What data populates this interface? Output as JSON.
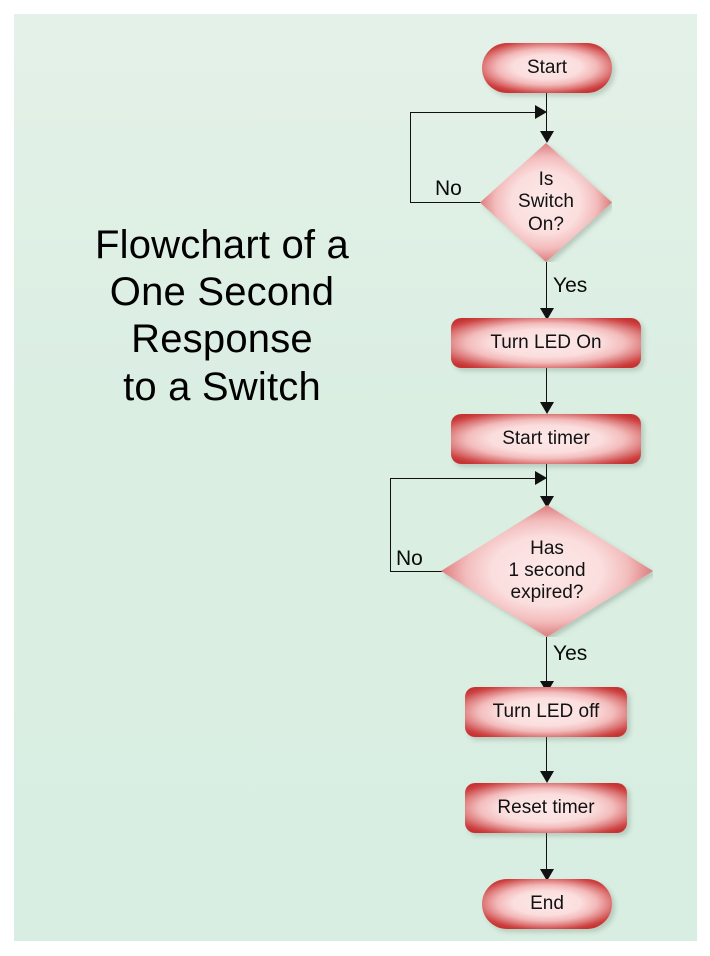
{
  "canvas": {
    "background_top": "#e4f1e8",
    "background_bottom": "#d9eee2",
    "page_background": "#ffffff"
  },
  "title": {
    "text": "Flowchart of a\nOne Second\nResponse\nto a Switch"
  },
  "theme": {
    "node_fill_center": "#fde9e9",
    "node_edge": "#c53333",
    "connector_color": "#111111",
    "text_color": "#121212"
  },
  "chart_data": {
    "type": "diagram",
    "diagram_kind": "flowchart",
    "title": "Flowchart of a One Second Response to a Switch",
    "orientation": "top-to-bottom",
    "nodes": [
      {
        "id": "start",
        "shape": "terminator",
        "label": "Start"
      },
      {
        "id": "is_switch",
        "shape": "decision",
        "label": "Is\nSwitch\nOn?"
      },
      {
        "id": "led_on",
        "shape": "process",
        "label": "Turn LED On"
      },
      {
        "id": "start_timer",
        "shape": "process",
        "label": "Start timer"
      },
      {
        "id": "expired",
        "shape": "decision",
        "label": "Has\n1 second\nexpired?"
      },
      {
        "id": "led_off",
        "shape": "process",
        "label": "Turn LED off"
      },
      {
        "id": "reset_timer",
        "shape": "process",
        "label": "Reset timer"
      },
      {
        "id": "end",
        "shape": "terminator",
        "label": "End"
      }
    ],
    "edges": [
      {
        "from": "start",
        "to": "is_switch",
        "label": ""
      },
      {
        "from": "is_switch",
        "to": "is_switch",
        "label": "No",
        "kind": "loop-back-left"
      },
      {
        "from": "is_switch",
        "to": "led_on",
        "label": "Yes"
      },
      {
        "from": "led_on",
        "to": "start_timer",
        "label": ""
      },
      {
        "from": "start_timer",
        "to": "expired",
        "label": ""
      },
      {
        "from": "expired",
        "to": "expired",
        "label": "No",
        "kind": "loop-back-left"
      },
      {
        "from": "expired",
        "to": "led_off",
        "label": "Yes"
      },
      {
        "from": "led_off",
        "to": "reset_timer",
        "label": ""
      },
      {
        "from": "reset_timer",
        "to": "end",
        "label": ""
      }
    ],
    "edge_labels": {
      "no_1": "No",
      "yes_1": "Yes",
      "no_2": "No",
      "yes_2": "Yes"
    }
  }
}
